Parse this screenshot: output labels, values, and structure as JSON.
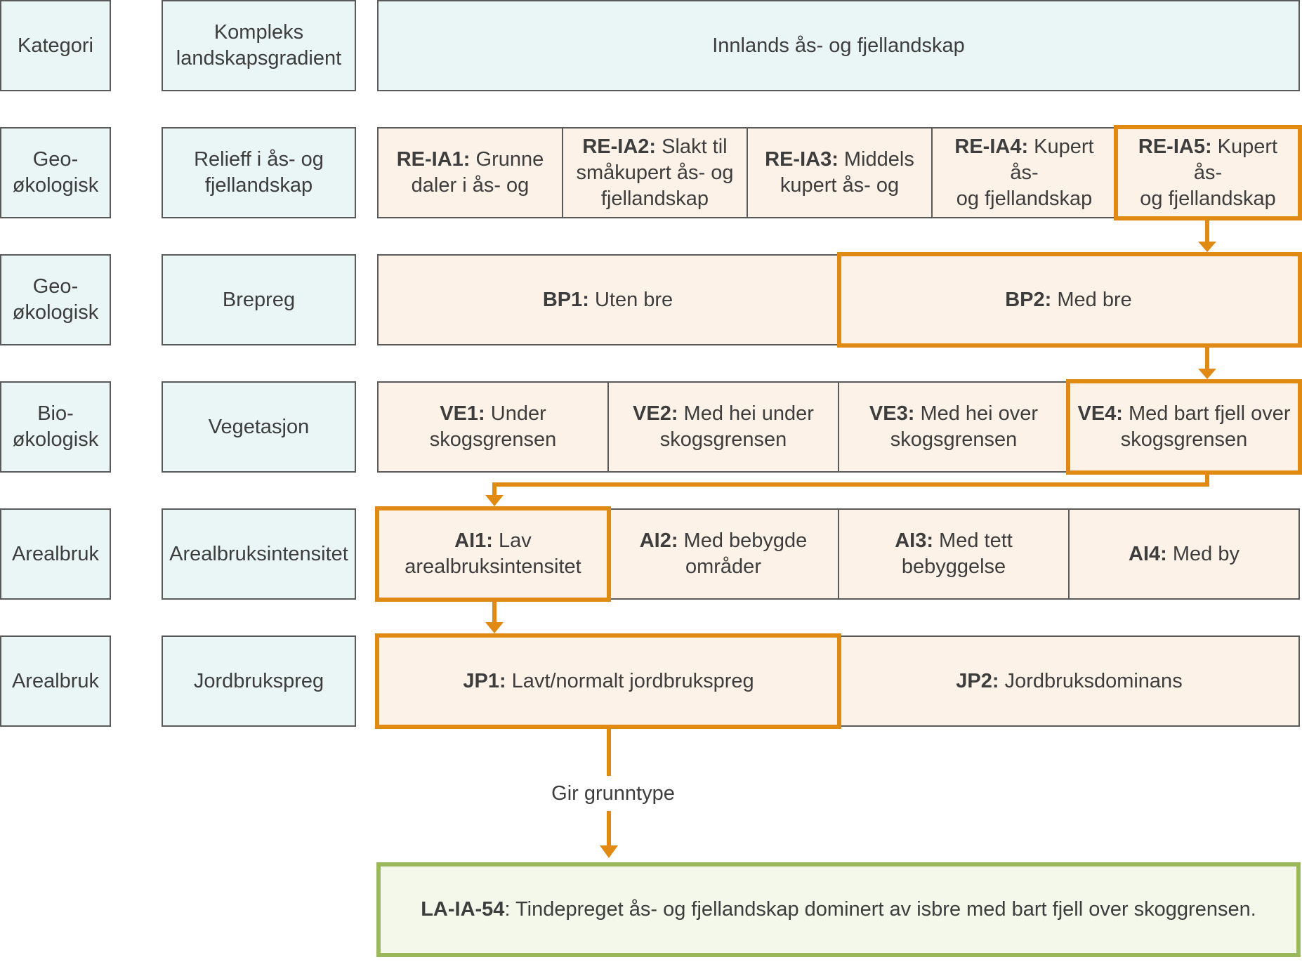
{
  "header": {
    "kategori": "Kategori",
    "gradient": "Kompleks\nlandskapsgradient",
    "landscape": "Innlands ås- og fjellandskap"
  },
  "rows": [
    {
      "category": "Geo-\nøkologisk",
      "gradient": "Relieff i ås- og\nfjellandskap",
      "cells": [
        {
          "code": "RE-IA1:",
          "text": " Grunne\ndaler i ås- og"
        },
        {
          "code": "RE-IA2:",
          "text": " Slakt til\nsmåkupert ås- og\nfjellandskap"
        },
        {
          "code": "RE-IA3:",
          "text": " Middels\nkupert ås- og"
        },
        {
          "code": "RE-IA4:",
          "text": " Kupert ås-\nog fjellandskap"
        },
        {
          "code": "RE-IA5:",
          "text": " Kupert ås-\nog fjellandskap"
        }
      ]
    },
    {
      "category": "Geo-\nøkologisk",
      "gradient": "Brepreg",
      "cells": [
        {
          "code": "BP1:",
          "text": " Uten bre"
        },
        {
          "code": "BP2:",
          "text": " Med bre"
        }
      ]
    },
    {
      "category": "Bio-\nøkologisk",
      "gradient": "Vegetasjon",
      "cells": [
        {
          "code": "VE1:",
          "text": " Under\nskogsgrensen"
        },
        {
          "code": "VE2:",
          "text": " Med hei under\nskogsgrensen"
        },
        {
          "code": "VE3:",
          "text": " Med hei over\nskogsgrensen"
        },
        {
          "code": "VE4:",
          "text": " Med bart fjell over\nskogsgrensen"
        }
      ]
    },
    {
      "category": "Arealbruk",
      "gradient": "Arealbruksintensitet",
      "cells": [
        {
          "code": "AI1:",
          "text": " Lav\narealbruksintensitet"
        },
        {
          "code": "AI2:",
          "text": " Med bebygde\nområder"
        },
        {
          "code": "AI3:",
          "text": " Med tett bebyggelse"
        },
        {
          "code": "AI4:",
          "text": " Med by"
        }
      ]
    },
    {
      "category": "Arealbruk",
      "gradient": "Jordbrukspreg",
      "cells": [
        {
          "code": "JP1:",
          "text": " Lavt/normalt jordbrukspreg"
        },
        {
          "code": "JP2:",
          "text": " Jordbruksdominans"
        }
      ]
    }
  ],
  "caption": "Gir grunntype",
  "result": {
    "code": "LA-IA-54",
    "text": ": Tindepreget ås- og fjellandskap dominert av isbre med bart fjell over skoggrensen."
  },
  "colors": {
    "label_fill": "#eaf6f5",
    "cell_fill": "#fdf2e8",
    "highlight": "#e08a14",
    "result_border": "#9bb85a",
    "result_fill": "#f3f8ea"
  }
}
